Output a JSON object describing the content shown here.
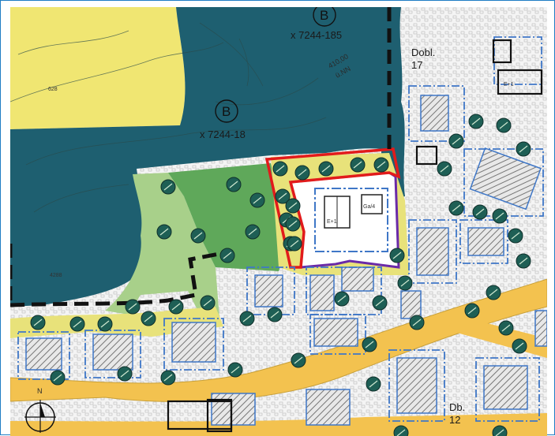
{
  "labels": {
    "zone_b_top": "B",
    "zone_b_mid": "B",
    "parcel_top": "x 7244-185",
    "parcel_mid": "x 7244-18",
    "elevation_value": "410,00",
    "elevation_unit": "ü.NN",
    "contour_value": "628",
    "dobl_top_name": "Dobl.",
    "dobl_top_number": "17",
    "dobl_bottom_name": "Db.",
    "dobl_bottom_number": "12",
    "building_mark": "E+1",
    "garage_mark": "Ga/4",
    "house_mark_right": "E+1",
    "north_letter": "N",
    "area_left": "4288"
  },
  "colors": {
    "forest": "#1e5f70",
    "meadow": "#f0e672",
    "green_dark": "#5fa85a",
    "green_light": "#a8d08a",
    "road": "#f3c24f",
    "tree": "#1e5f55",
    "boundary_red": "#e21b1b",
    "boundary_purple": "#6a2aa8",
    "building_outline": "#3f77c7"
  }
}
